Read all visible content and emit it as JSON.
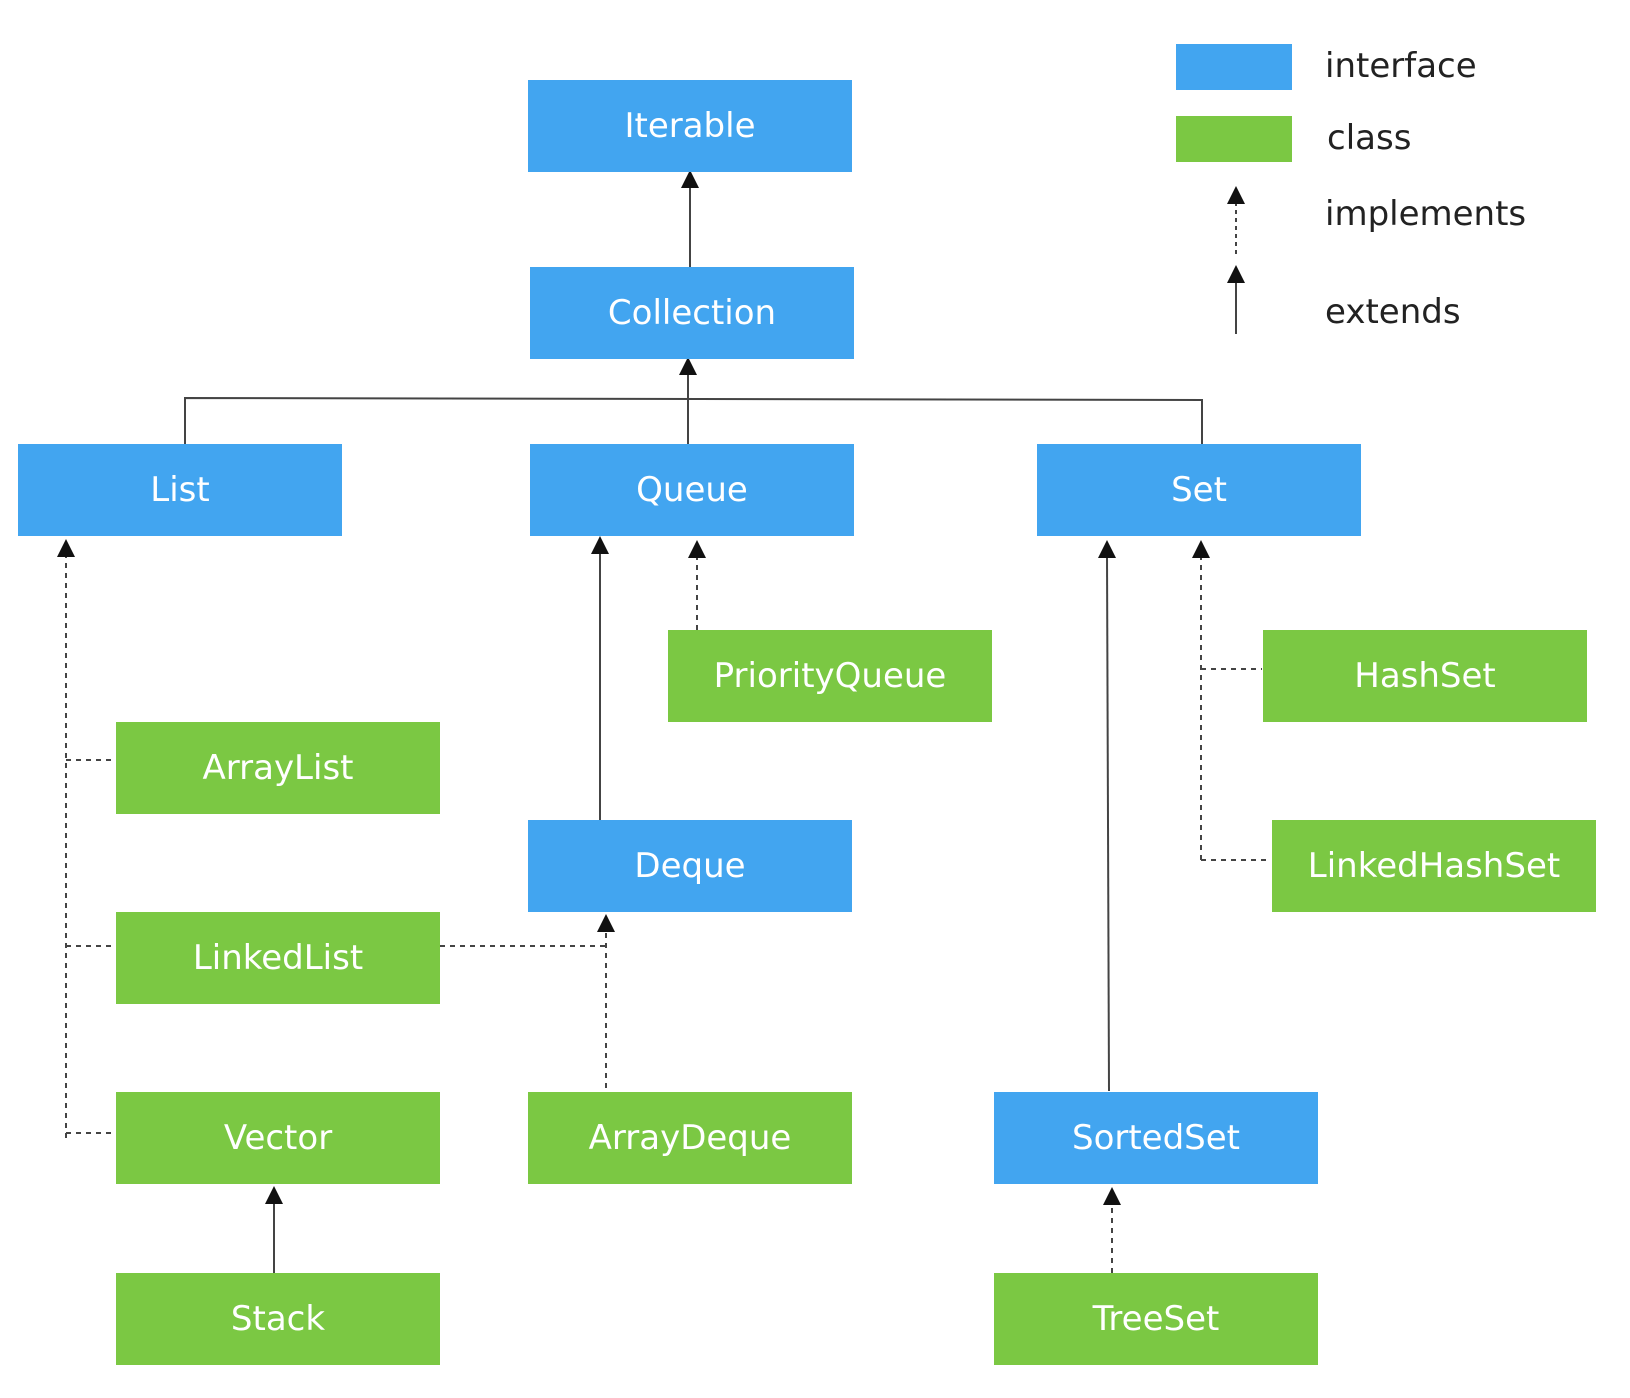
{
  "colors": {
    "interface": "#42a5f0",
    "class": "#7bc843",
    "line": "#222222"
  },
  "legend": {
    "interface_label": "interface",
    "class_label": "class",
    "implements_label": "implements",
    "extends_label": "extends"
  },
  "nodes": {
    "iterable": "Iterable",
    "collection": "Collection",
    "list": "List",
    "queue": "Queue",
    "set": "Set",
    "arraylist": "ArrayList",
    "linkedlist": "LinkedList",
    "vector": "Vector",
    "stack": "Stack",
    "priorityqueue": "PriorityQueue",
    "deque": "Deque",
    "arraydeque": "ArrayDeque",
    "hashset": "HashSet",
    "linkedhashset": "LinkedHashSet",
    "sortedset": "SortedSet",
    "treeset": "TreeSet"
  }
}
